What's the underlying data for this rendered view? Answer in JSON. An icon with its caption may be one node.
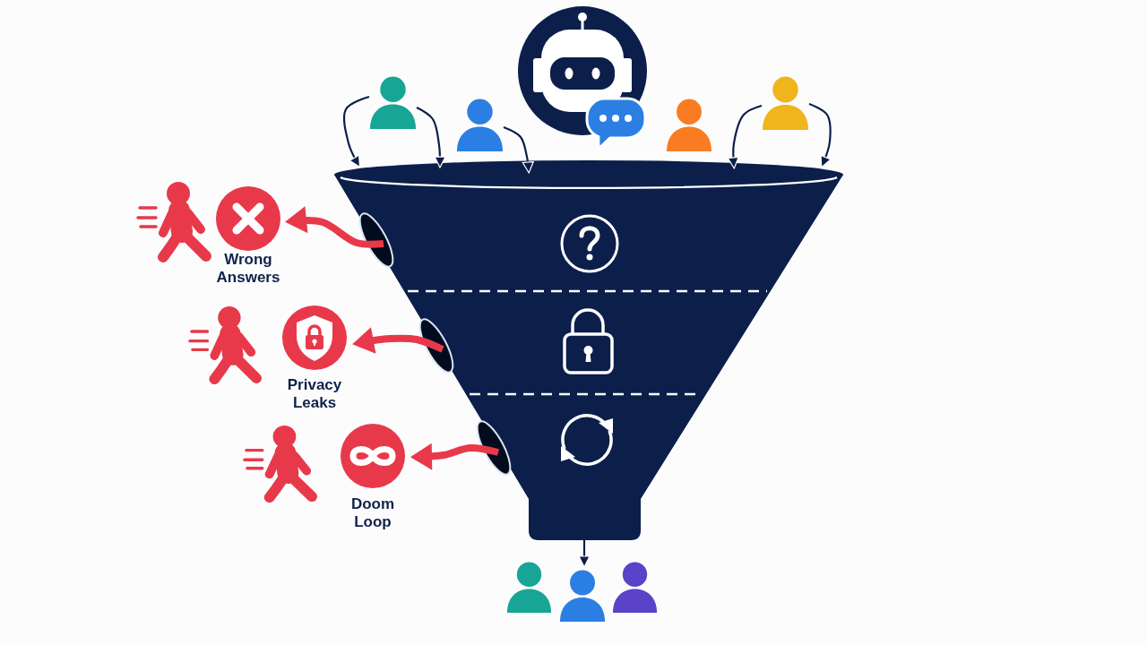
{
  "diagram": {
    "nodes": [
      {
        "text": [],
        "shape": "person"
      },
      {
        "text": [],
        "shape": "person"
      },
      {
        "text": [],
        "shape": "person"
      },
      {
        "text": [],
        "shape": "person"
      },
      {
        "text": [],
        "shape": "funnel"
      },
      {
        "text": [
          "Wrong Answers"
        ]
      },
      {
        "text": [
          "Privacy Leaks"
        ]
      },
      {
        "text": [
          "Doom Loop"
        ]
      },
      {
        "text": [],
        "shape": "person"
      },
      {
        "text": [],
        "shape": "person"
      },
      {
        "text": [],
        "shape": "person"
      }
    ],
    "edges": [
      {
        "from": 0,
        "to": 4,
        "arrow": "to"
      },
      {
        "from": 0,
        "to": 4,
        "arrow": "to"
      },
      {
        "from": 1,
        "to": 4,
        "arrow": "to"
      },
      {
        "from": 3,
        "to": 4,
        "arrow": "to"
      },
      {
        "from": 3,
        "to": 4,
        "arrow": "to"
      },
      {
        "from": 4,
        "to": 5,
        "arrow": "to",
        "style": "thick",
        "color": "#e8394a"
      },
      {
        "from": 4,
        "to": 6,
        "arrow": "to",
        "style": "thick",
        "color": "#e8394a"
      },
      {
        "from": 4,
        "to": 7,
        "arrow": "to",
        "style": "thick",
        "color": "#e8394a"
      },
      {
        "from": 4,
        "to": 9,
        "arrow": "to"
      }
    ]
  }
}
